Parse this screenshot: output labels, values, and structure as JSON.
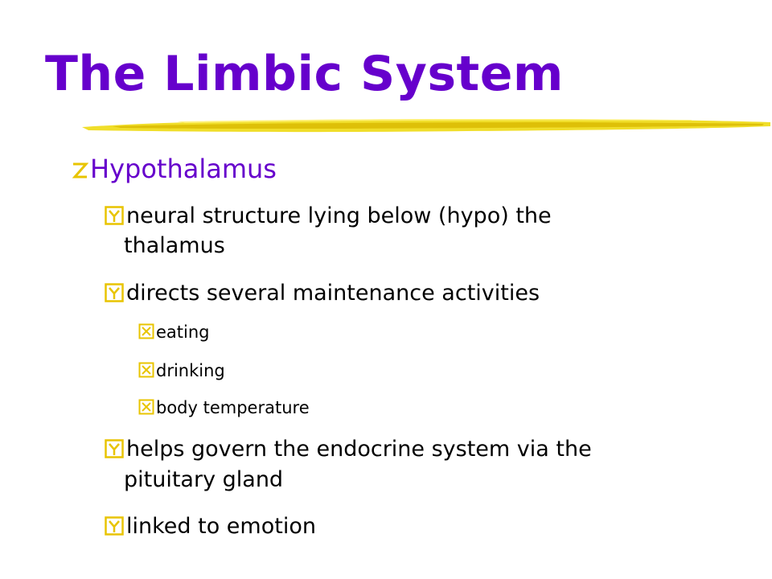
{
  "slide": {
    "title": "The Limbic System",
    "title_color": "#6600cc",
    "underline_color": "#e8d200",
    "bullet_color": "#e8c400",
    "heading": {
      "icon": "z-bullet-icon",
      "text": "Hypothalamus"
    },
    "points": [
      {
        "icon": "y-bullet-icon",
        "line1": "neural structure lying below (hypo) the",
        "line2": "thalamus"
      },
      {
        "icon": "y-bullet-icon",
        "line1": "directs several maintenance activities"
      },
      {
        "icon": "x-bullet-icon",
        "text": "eating"
      },
      {
        "icon": "x-bullet-icon",
        "text": "drinking"
      },
      {
        "icon": "x-bullet-icon",
        "text": "body temperature"
      },
      {
        "icon": "y-bullet-icon",
        "line1": "helps govern the endocrine system via the",
        "line2": "pituitary gland"
      },
      {
        "icon": "y-bullet-icon",
        "line1": "linked to emotion"
      }
    ]
  }
}
